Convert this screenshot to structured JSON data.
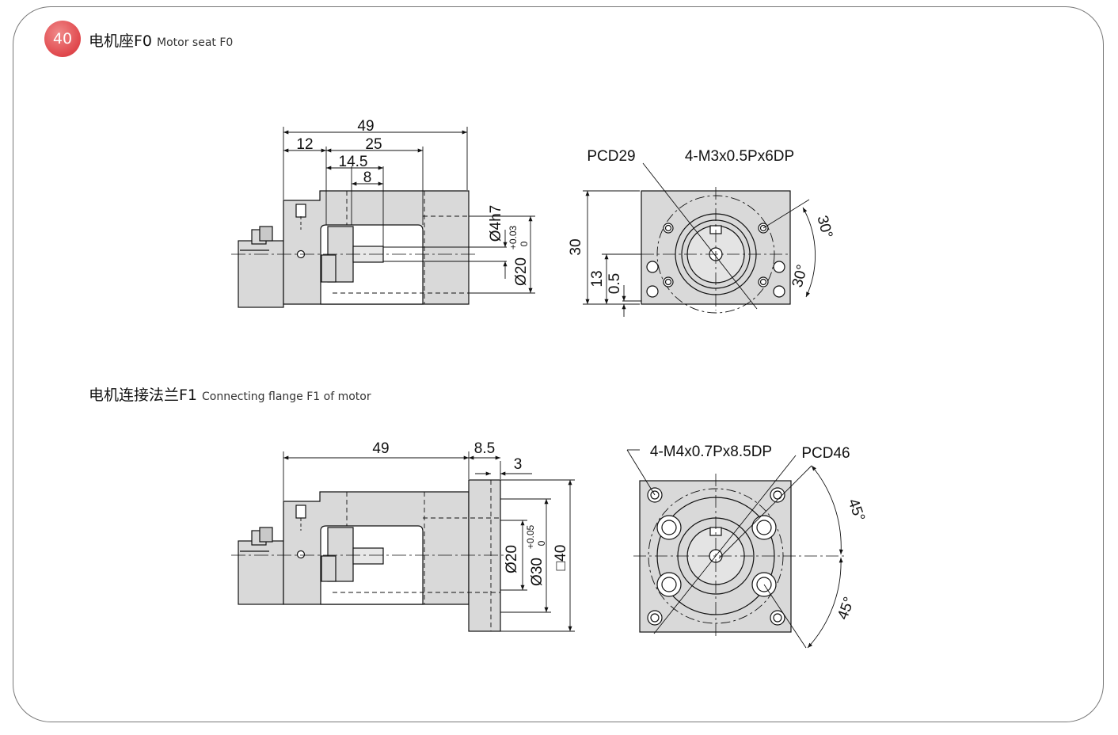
{
  "page": {
    "badge_number": "40",
    "section1_title_zh": "电机座F0",
    "section1_title_en": "Motor seat F0",
    "section2_title_zh": "电机连接法兰F1",
    "section2_title_en": "Connecting flange F1 of motor"
  },
  "colors": {
    "accent": "#e0474c",
    "part_fill": "#d9d9d9",
    "line": "#111111",
    "frame": "#777777"
  },
  "f0_side": {
    "dim_49": "49",
    "dim_12": "12",
    "dim_25": "25",
    "dim_14_5": "14.5",
    "dim_8": "8",
    "dia_4h7": "Ø4h7",
    "dia_20": "Ø20",
    "tol_20": "+0.03",
    "tol_20_low": "0"
  },
  "f0_front": {
    "pcd": "PCD29",
    "holes": "4-M3x0.5Px6DP",
    "dim_30": "30",
    "dim_13": "13",
    "dim_0_5": "0.5",
    "angle_a": "30°",
    "angle_b": "30°"
  },
  "f1_side": {
    "dim_49": "49",
    "dim_8_5": "8.5",
    "dim_3": "3",
    "dia_20": "Ø20",
    "dia_30": "Ø30",
    "tol_30": "+0.05",
    "tol_30_low": "0",
    "sq_40": "□40"
  },
  "f1_front": {
    "holes": "4-M4x0.7Px8.5DP",
    "pcd": "PCD46",
    "angle_a": "45°",
    "angle_b": "45°"
  }
}
